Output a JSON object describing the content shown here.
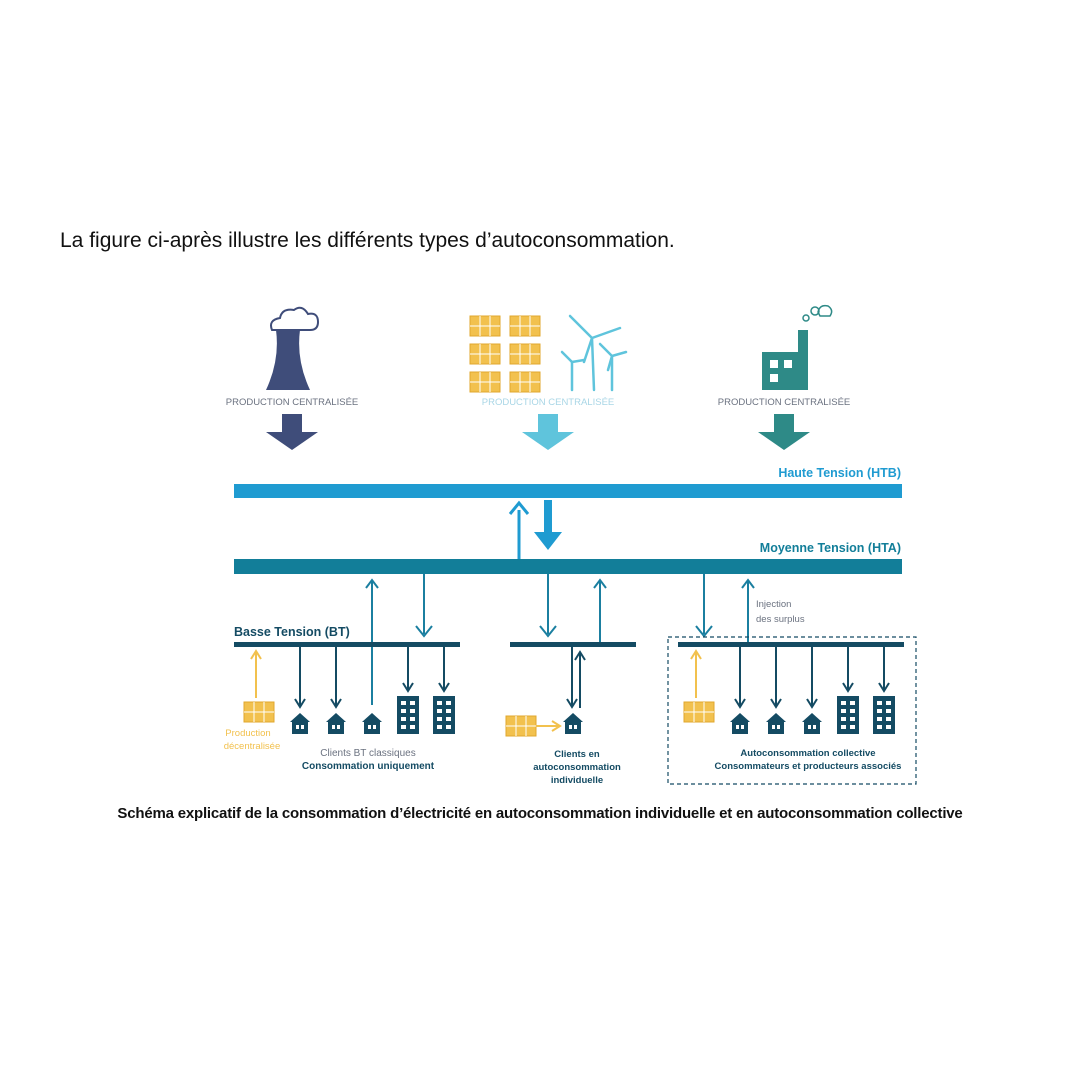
{
  "intro_text": "La figure ci-après illustre les différents types d’autoconsommation.",
  "caption": "Schéma explicatif de la consommation d’électricité en autoconsommation individuelle et en autoconsommation collective",
  "colors": {
    "navy": "#3f4d7a",
    "blue": "#1f9bd1",
    "teal": "#127e99",
    "light_blue": "#5fc4dc",
    "green_teal": "#2e8a87",
    "solar_yellow": "#f2c14e",
    "dark_building": "#144b63"
  },
  "producers": [
    {
      "label": "PRODUCTION CENTRALISÉE",
      "icon": "power-plant-cooling-tower-icon"
    },
    {
      "label": "PRODUCTION CENTRALISÉE",
      "icon": "solar-and-wind-icon"
    },
    {
      "label": "PRODUCTION CENTRALISÉE",
      "icon": "factory-icon"
    }
  ],
  "lines": {
    "htb": "Haute Tension (HTB)",
    "hta": "Moyenne Tension (HTA)",
    "bt": "Basse Tension (BT)"
  },
  "injection": [
    "Injection",
    "des surplus"
  ],
  "decentralized": [
    "Production",
    "décentralisée"
  ],
  "groups": {
    "classic": [
      "Clients BT classiques",
      "Consommation uniquement"
    ],
    "individual": [
      "Clients en",
      "autoconsommation",
      "individuelle"
    ],
    "collective": [
      "Autoconsommation collective",
      "Consommateurs et producteurs associés"
    ]
  }
}
